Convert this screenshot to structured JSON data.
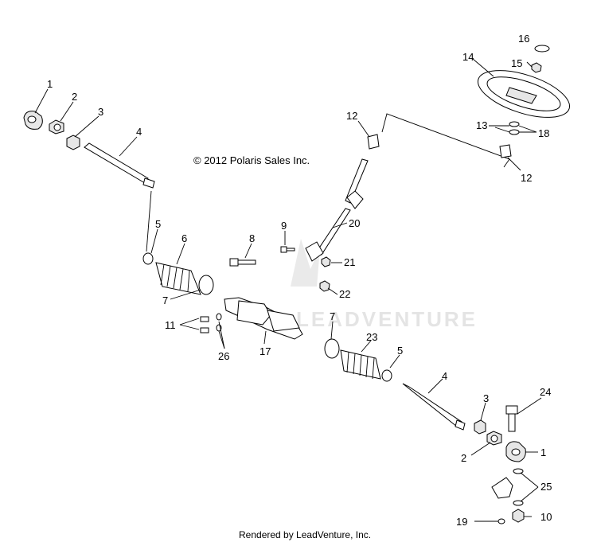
{
  "copyright": "© 2012 Polaris Sales Inc.",
  "watermark": "LEADVENTURE",
  "footer": "Rendered by LeadVenture, Inc.",
  "callouts": [
    "1",
    "2",
    "3",
    "4",
    "5",
    "6",
    "7",
    "8",
    "9",
    "11",
    "26",
    "17",
    "22",
    "21",
    "20",
    "12",
    "13",
    "14",
    "15",
    "16",
    "18",
    "12",
    "7",
    "23",
    "5",
    "4",
    "3",
    "24",
    "2",
    "1",
    "25",
    "19",
    "10"
  ]
}
